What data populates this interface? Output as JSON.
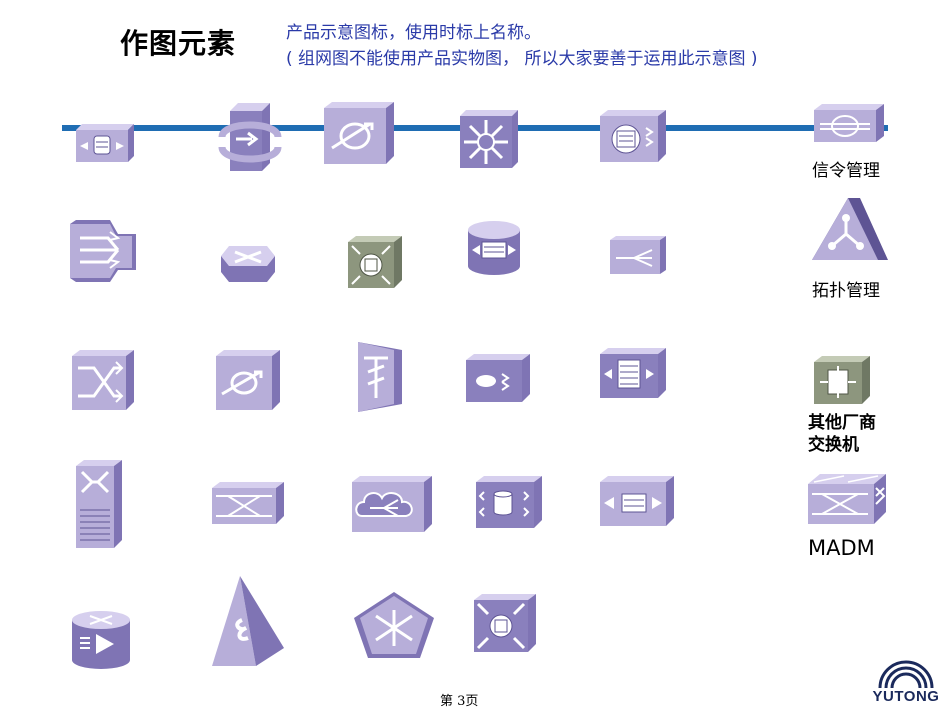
{
  "title": "作图元素",
  "subtitle_line1": "产品示意图标，使用时标上名称。",
  "subtitle_line2": "( 组网图不能使用产品实物图，  所以大家要善于运用此示意图 )",
  "labels": {
    "signaling_mgmt": "信令管理",
    "topology_mgmt": "拓扑管理",
    "other_vendor_line1": "其他厂商",
    "other_vendor_line2": "交换机",
    "madm": "MADM"
  },
  "page_number": "第 3页",
  "logo_text": "YUTONG",
  "colors": {
    "icon_face": "#b7aed9",
    "icon_side": "#7f74b4",
    "icon_top": "#d6cfee",
    "icon_dark": "#5e5494",
    "bus": "#1f6db3",
    "subtitle": "#2a3aa8",
    "logo": "#1b2a5c"
  }
}
